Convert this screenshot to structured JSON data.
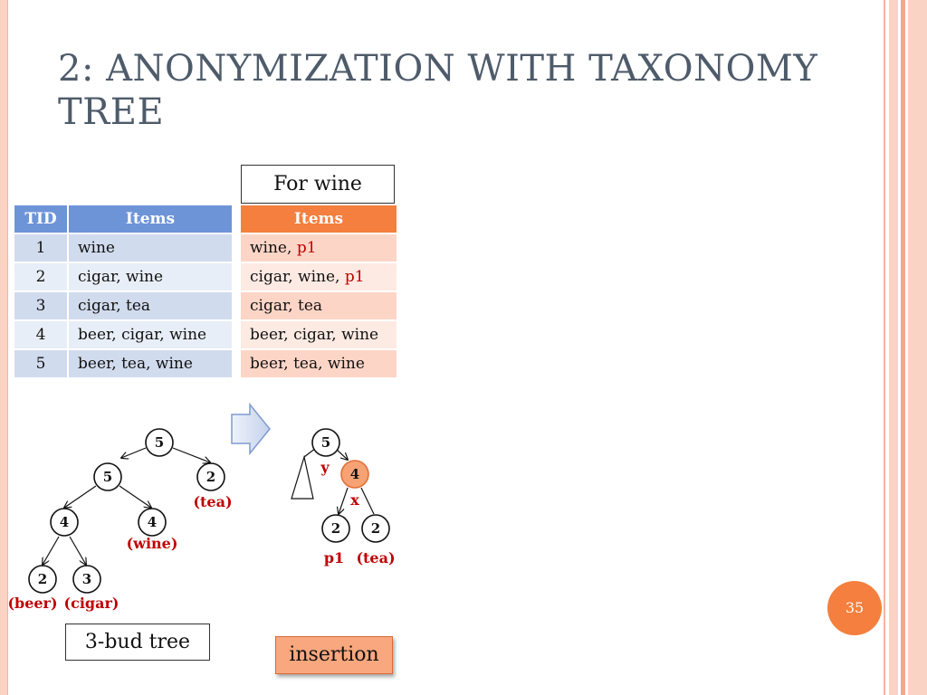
{
  "title": "2: ANONYMIZATION WITH TAXONOMY TREE",
  "for_wine_label": "For wine",
  "left_table": {
    "headers": [
      "TID",
      "Items"
    ],
    "rows": [
      {
        "tid": "1",
        "items": "wine"
      },
      {
        "tid": "2",
        "items": "cigar, wine"
      },
      {
        "tid": "3",
        "items": "cigar, tea"
      },
      {
        "tid": "4",
        "items": "beer, cigar, wine"
      },
      {
        "tid": "5",
        "items": "beer, tea, wine"
      }
    ]
  },
  "right_table": {
    "header": "Items",
    "rows": [
      {
        "items": "wine, ",
        "added": "p1"
      },
      {
        "items": "cigar, wine, ",
        "added": "p1"
      },
      {
        "items": "cigar, tea",
        "added": ""
      },
      {
        "items": "beer, cigar, wine",
        "added": ""
      },
      {
        "items": "beer, tea, wine",
        "added": ""
      }
    ]
  },
  "left_tree": {
    "nodes": [
      {
        "id": "root",
        "value": "5"
      },
      {
        "id": "n5",
        "value": "5"
      },
      {
        "id": "tea",
        "value": "2",
        "label": "(tea)"
      },
      {
        "id": "n4a",
        "value": "4"
      },
      {
        "id": "wine",
        "value": "4",
        "label": "(wine)"
      },
      {
        "id": "beer",
        "value": "2",
        "label": "(beer)"
      },
      {
        "id": "cigar",
        "value": "3",
        "label": "(cigar)"
      }
    ]
  },
  "right_tree": {
    "nodes": [
      {
        "id": "root",
        "value": "5"
      },
      {
        "id": "x",
        "value": "4",
        "highlight": true
      },
      {
        "id": "p1",
        "value": "2",
        "label": "p1"
      },
      {
        "id": "tea",
        "value": "2",
        "label": "(tea)"
      }
    ],
    "edge_labels": {
      "y": "y",
      "x": "x"
    }
  },
  "bud_tree_label": "3-bud tree",
  "insertion_label": "insertion",
  "page_number": "35",
  "colors": {
    "title": "#4e5b6a",
    "left_header": "#6e94d8",
    "right_header": "#f47f3e",
    "highlight_text": "#c00000",
    "accent": "#f47f3e"
  }
}
